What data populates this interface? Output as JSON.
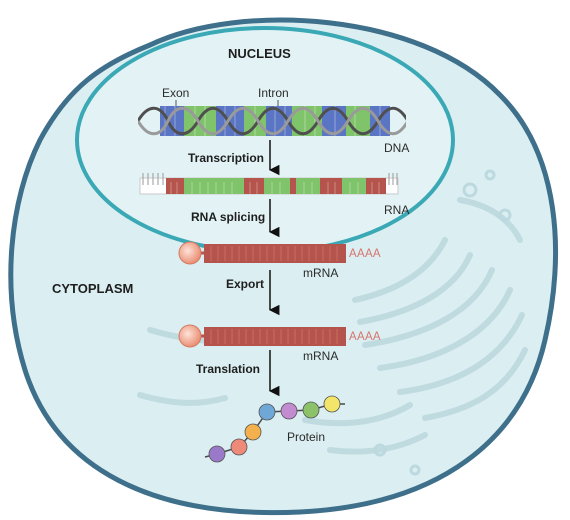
{
  "labels": {
    "nucleus": "NUCLEUS",
    "cytoplasm": "CYTOPLASM",
    "exon": "Exon",
    "intron": "Intron",
    "dna": "DNA",
    "rna": "RNA",
    "mrna_nucleus": "mRNA",
    "mrna_cytoplasm": "mRNA",
    "protein": "Protein",
    "polyA_nucleus": "AAAA",
    "polyA_cytoplasm": "AAAA"
  },
  "steps": {
    "transcription": "Transcription",
    "rna_splicing": "RNA splicing",
    "export": "Export",
    "translation": "Translation"
  },
  "colors": {
    "cell_fill": "#dbeef1",
    "cell_stroke": "#3e6f8b",
    "nucleus_fill": "#e3f3f5",
    "nucleus_stroke": "#3aa9b5",
    "exon_blue": "#5a75c4",
    "intron_green": "#7fc36a",
    "rna_red": "#b5544c",
    "cap": "#f2a38a",
    "polyA": "#d9736c"
  },
  "protein_beads": [
    "#6fa7d6",
    "#c38bd0",
    "#8cc36a",
    "#f3e46a",
    "#f5b04e",
    "#ee8a7a",
    "#9b79c9"
  ]
}
